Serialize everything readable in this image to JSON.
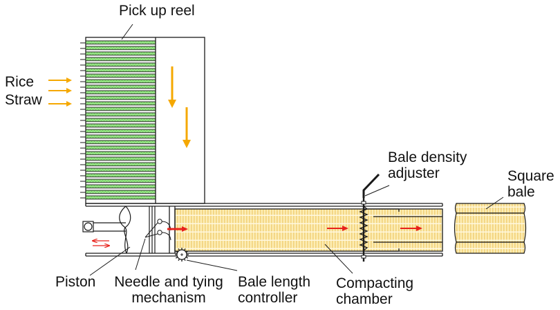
{
  "diagram": {
    "title": "Square baler schematic",
    "labels": {
      "pickup_reel": "Pick up reel",
      "rice": "Rice",
      "straw": "Straw",
      "piston": "Piston",
      "needle_line1": "Needle and tying",
      "needle_line2": "mechanism",
      "bale_length_line1": "Bale length",
      "bale_length_line2": "controller",
      "compacting_line1": "Compacting",
      "compacting_line2": "chamber",
      "density_line1": "Bale density",
      "density_line2": "adjuster",
      "square_line1": "Square",
      "square_line2": "bale"
    },
    "colors": {
      "reel_green": "#8ee07a",
      "straw_yellow": "#fbe9a6",
      "straw_stripe": "#f3cf6e",
      "flow_arrow_orange": "#f5a800",
      "motion_arrow_red": "#e8221b",
      "outline": "#1a1a1a"
    },
    "flows": [
      {
        "name": "straw-input",
        "direction": "right",
        "color": "orange"
      },
      {
        "name": "reel-feed",
        "direction": "down",
        "color": "orange"
      },
      {
        "name": "piston-reciprocation",
        "direction": "left-right",
        "color": "red"
      },
      {
        "name": "bale-advance",
        "direction": "right",
        "color": "red"
      }
    ]
  }
}
